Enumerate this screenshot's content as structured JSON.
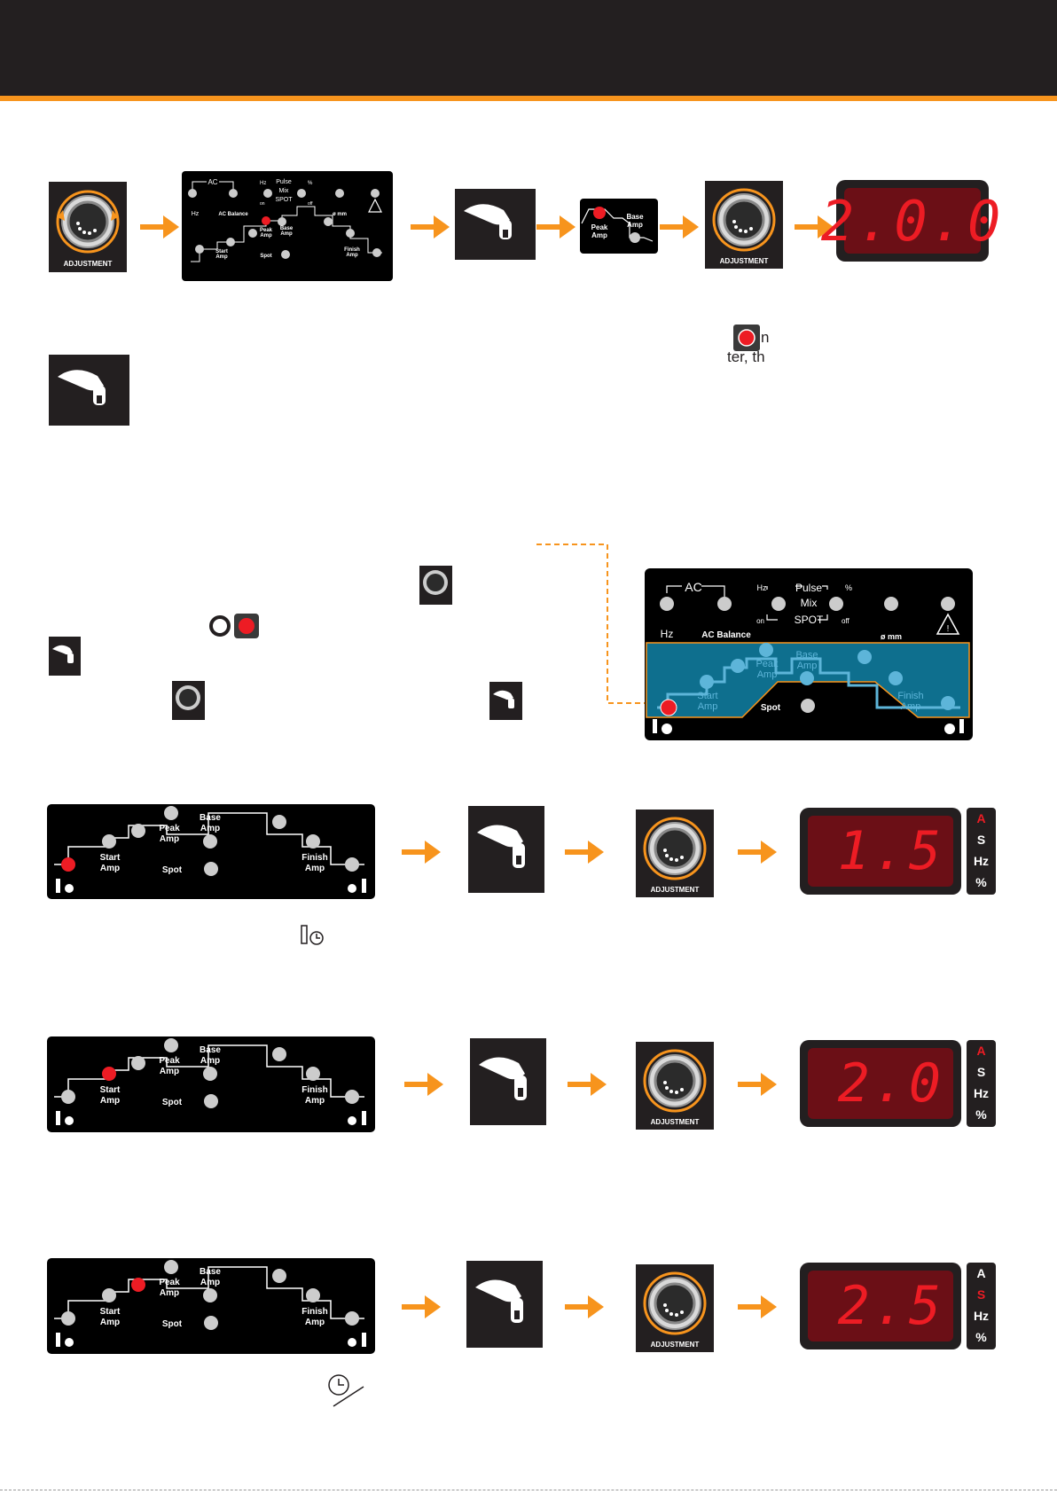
{
  "colors": {
    "orange": "#f7941d",
    "dark": "#231f20",
    "lcd_red": "#ed1c24",
    "panel_blue": "#0e6f8e",
    "led_blue": "#5db5d9"
  },
  "panel": {
    "ac": "AC",
    "hz": "Hz",
    "ac_balance": "AC Balance",
    "hz_small": "Hz",
    "pulse": "Pulse",
    "pct": "%",
    "mix": "Mix",
    "on": "on",
    "spot": "SPOT",
    "off": "off",
    "mm": "ø mm",
    "peak": [
      "Peak",
      "Amp"
    ],
    "base": [
      "Base",
      "Amp"
    ],
    "start": [
      "Start",
      "Amp"
    ],
    "finish": [
      "Finish",
      "Amp"
    ],
    "spot_small": "Spot"
  },
  "knob_label": "ADJUSTMENT",
  "units": [
    "A",
    "S",
    "Hz",
    "%"
  ],
  "rows": [
    {
      "display": "2.0.0"
    },
    {
      "display": "1.5",
      "active_unit": 0
    },
    {
      "display": "2.0",
      "active_unit": 0
    },
    {
      "display": "2.5",
      "active_unit": 1
    }
  ],
  "partial_text": {
    "line1": "n",
    "line2": "ter, th"
  },
  "icons": [
    "adjustment-knob-icon",
    "push-button-icon",
    "torch-trigger-icon",
    "gas-timer-icon",
    "timer-icon",
    "warning-icon"
  ]
}
